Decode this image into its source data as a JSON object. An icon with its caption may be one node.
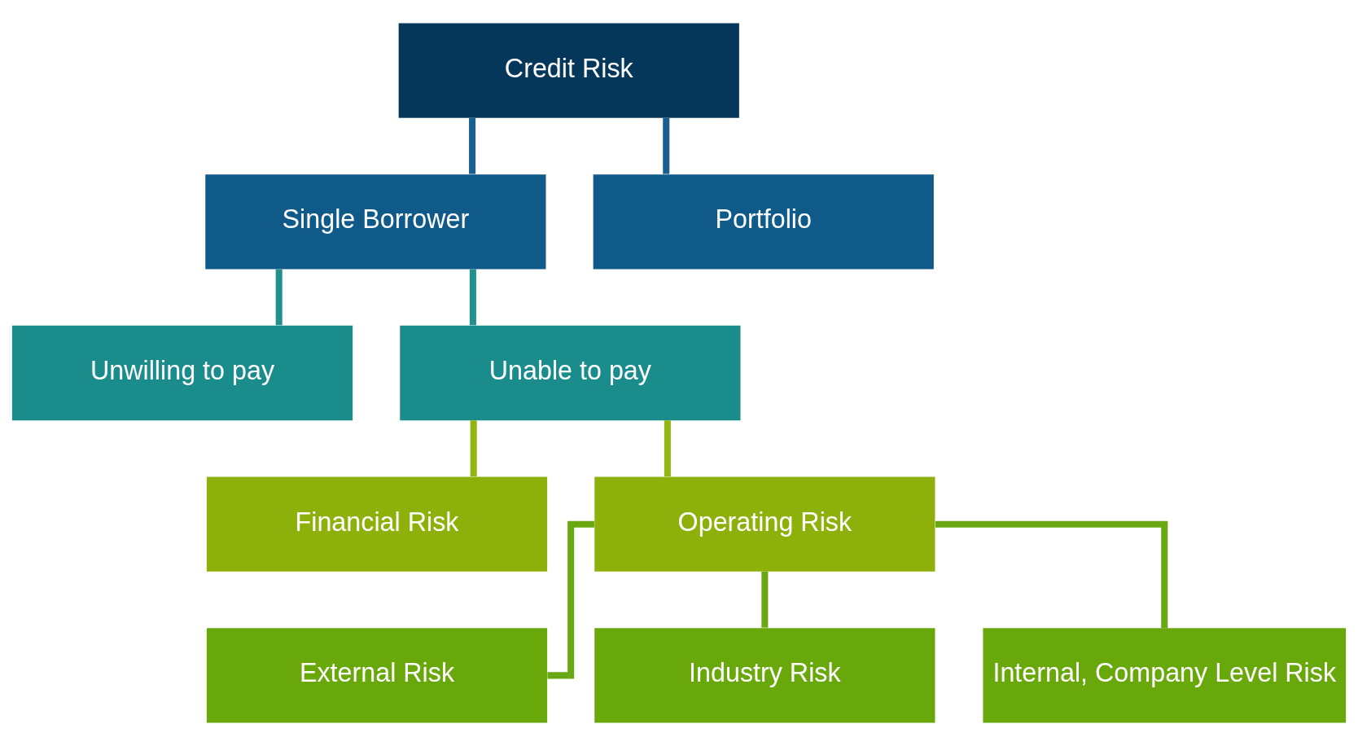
{
  "diagram": {
    "nodes": [
      {
        "text": [
          "Credit Risk"
        ]
      },
      {
        "text": [
          "Single Borrower"
        ]
      },
      {
        "text": [
          "Portfolio"
        ]
      },
      {
        "text": [
          "Unwilling to pay"
        ]
      },
      {
        "text": [
          "Unable to pay"
        ]
      },
      {
        "text": [
          "Financial Risk"
        ]
      },
      {
        "text": [
          "Operating Risk"
        ]
      },
      {
        "text": [
          "External Risk"
        ]
      },
      {
        "text": [
          "Industry Risk"
        ]
      },
      {
        "text": [
          "Internal, Company Level Risk"
        ]
      }
    ],
    "edges": [
      {
        "from": 0,
        "to": 1,
        "arrow": "none",
        "color": "#1a5f8f"
      },
      {
        "from": 0,
        "to": 2,
        "arrow": "none",
        "color": "#1a5f8f"
      },
      {
        "from": 1,
        "to": 3,
        "arrow": "none",
        "color": "#22908f"
      },
      {
        "from": 1,
        "to": 4,
        "arrow": "none",
        "color": "#22908f"
      },
      {
        "from": 4,
        "to": 5,
        "arrow": "none",
        "color": "#92b512"
      },
      {
        "from": 4,
        "to": 6,
        "arrow": "none",
        "color": "#92b512"
      },
      {
        "from": 6,
        "to": 7,
        "arrow": "none",
        "color": "#6aa812"
      },
      {
        "from": 6,
        "to": 8,
        "arrow": "none",
        "color": "#6aa812"
      },
      {
        "from": 6,
        "to": 9,
        "arrow": "none",
        "color": "#6aa812"
      }
    ]
  }
}
